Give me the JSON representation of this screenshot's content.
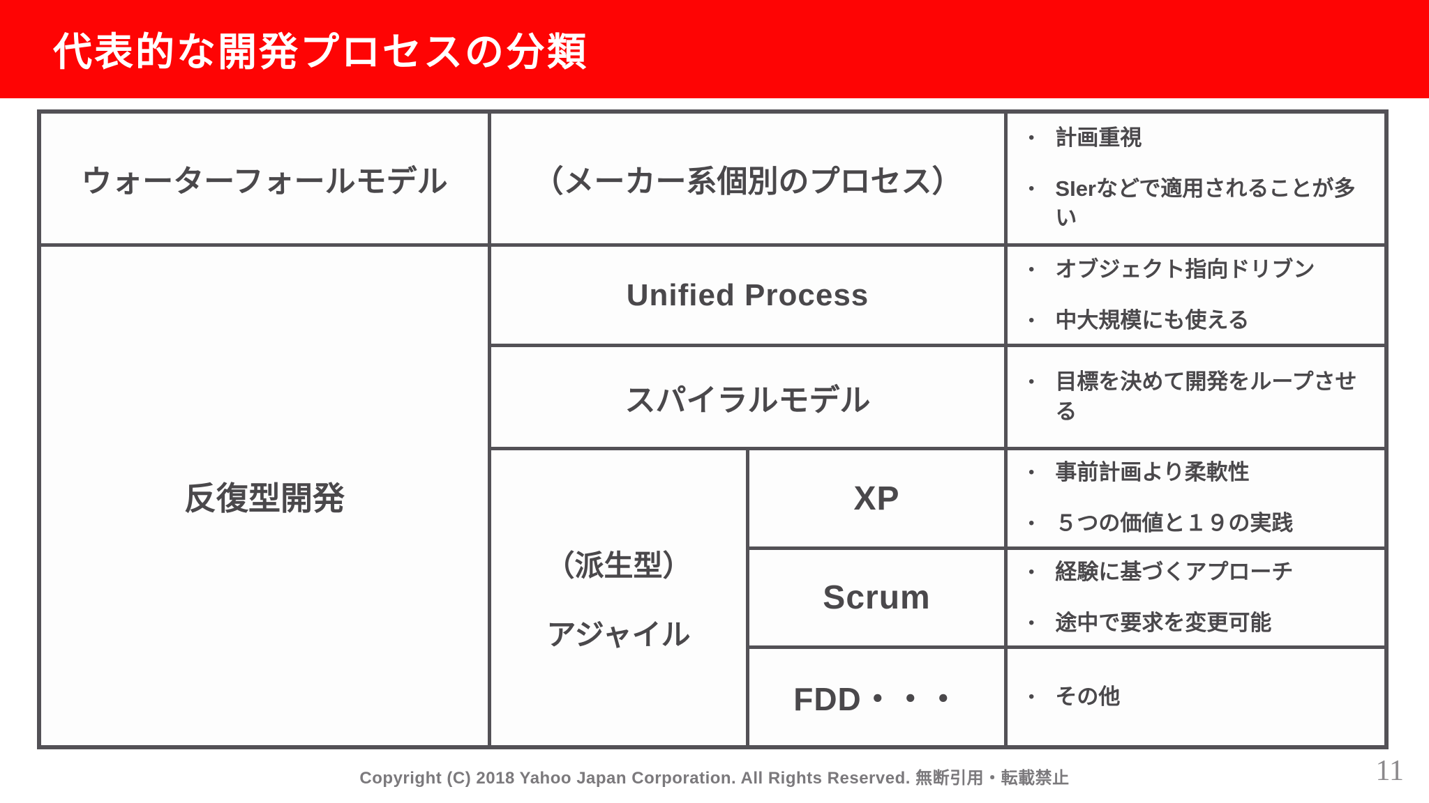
{
  "slide": {
    "title": "代表的な開発プロセスの分類",
    "footer": "Copyright (C) 2018 Yahoo Japan Corporation. All Rights Reserved. 無断引用・転載禁止",
    "page_number": "11"
  },
  "colors": {
    "banner_red": "#fe0404",
    "border_gray": "#535156",
    "text_gray": "#4a484b",
    "footer_gray": "#7b797c"
  },
  "bullet_char": "•",
  "table": {
    "cells": {
      "waterfall": {
        "label": "ウォーターフォールモデル"
      },
      "iterative": {
        "label": "反復型開発"
      },
      "maker": {
        "label": "（メーカー系個別のプロセス）",
        "bullets": [
          "計画重視",
          "SIerなどで適用されることが多い"
        ]
      },
      "unified": {
        "label": "Unified Process",
        "bullets": [
          "オブジェクト指向ドリブン",
          "中大規模にも使える"
        ]
      },
      "spiral": {
        "label": "スパイラルモデル",
        "bullets": [
          "目標を決めて開発をループさせる"
        ]
      },
      "agile": {
        "label_line1": "（派生型）",
        "label_line2": "アジャイル"
      },
      "xp": {
        "label": "XP",
        "bullets": [
          "事前計画より柔軟性",
          "５つの価値と１９の実践"
        ]
      },
      "scrum": {
        "label": "Scrum",
        "bullets": [
          "経験に基づくアプローチ",
          "途中で要求を変更可能"
        ]
      },
      "fdd": {
        "label": "FDD・・・",
        "bullets": [
          "その他"
        ]
      }
    }
  }
}
